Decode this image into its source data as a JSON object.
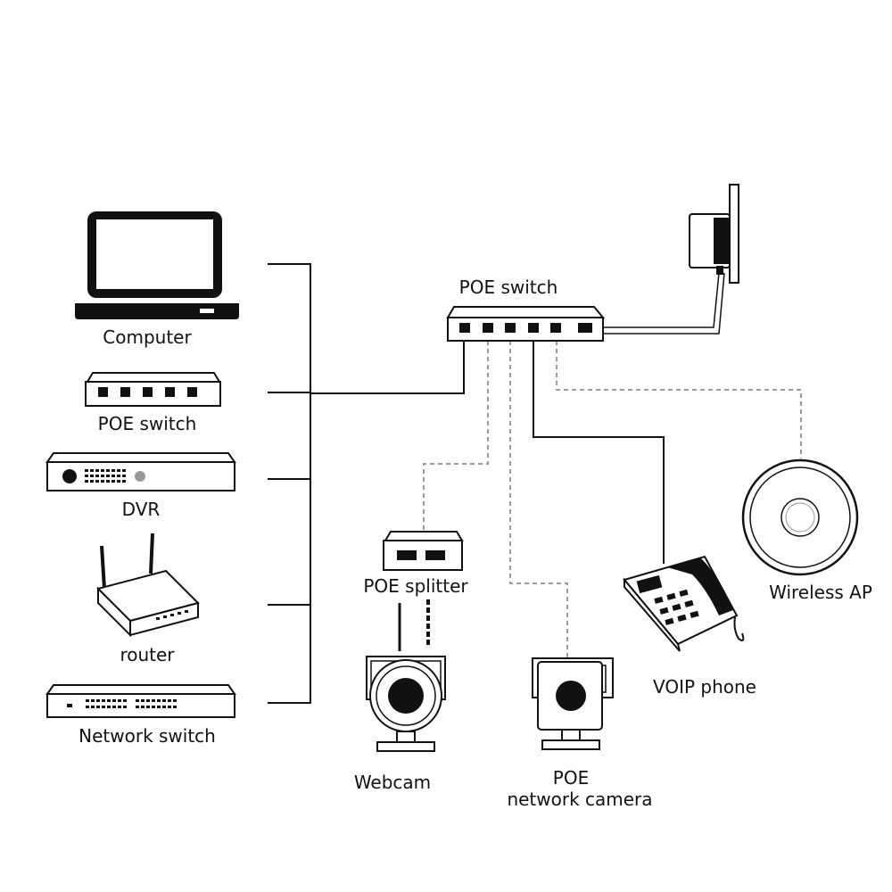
{
  "labels": {
    "computer": "Computer",
    "poe_switch_left": "POE switch",
    "dvr": "DVR",
    "router": "router",
    "network_switch": "Network switch",
    "poe_switch_center": "POE switch",
    "poe_splitter": "POE splitter",
    "webcam": "Webcam",
    "poe_camera_line1": "POE",
    "poe_camera_line2": "network camera",
    "voip_phone": "VOIP phone",
    "wireless_ap": "Wireless AP"
  },
  "icons": {
    "computer": "laptop-icon",
    "poe_switch_left": "switch-icon",
    "dvr": "dvr-icon",
    "router": "router-icon",
    "network_switch": "network-switch-icon",
    "poe_switch_center": "poe-switch-icon",
    "power_adapter": "power-adapter-icon",
    "poe_splitter": "splitter-icon",
    "webcam": "webcam-icon",
    "poe_camera": "camera-icon",
    "voip_phone": "phone-icon",
    "wireless_ap": "access-point-icon"
  },
  "colors": {
    "stroke": "#111111",
    "dashed": "#9a9a9a"
  }
}
